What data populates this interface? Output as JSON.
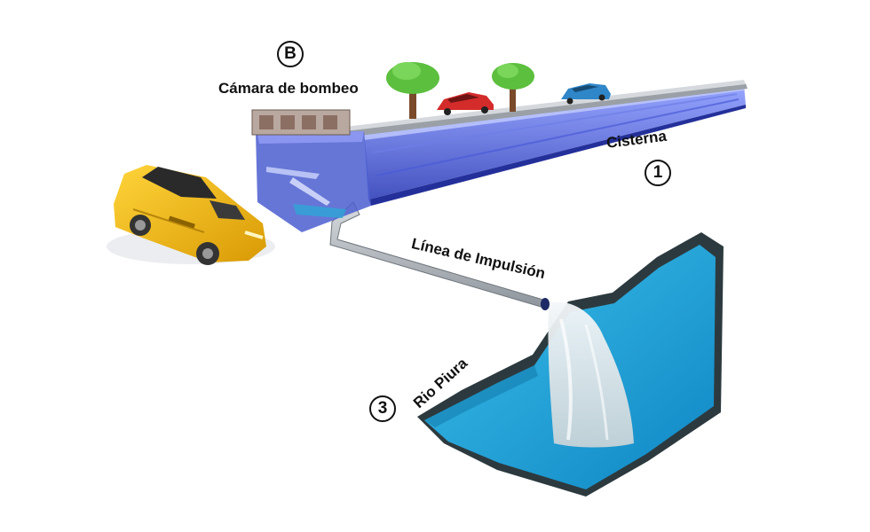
{
  "labels": {
    "pump_chamber": "Cámara de bombeo",
    "cistern": "Cisterna",
    "discharge_line": "Línea de Impulsión",
    "river": "Rio Piura"
  },
  "markers": {
    "pump_chamber": "B",
    "cistern": "1",
    "river": "3"
  },
  "colors": {
    "cistern_water": "#3a4fc8",
    "river_water": "#1d9fd4",
    "taxi": "#f2b90f",
    "red_car": "#d42b2b",
    "blue_car": "#2f86c8",
    "tree_foliage": "#5cbf3e",
    "pipe": "#b7bcc2"
  },
  "icons": [
    "taxi-car-icon",
    "red-car-icon",
    "blue-car-icon",
    "tree-icon"
  ]
}
